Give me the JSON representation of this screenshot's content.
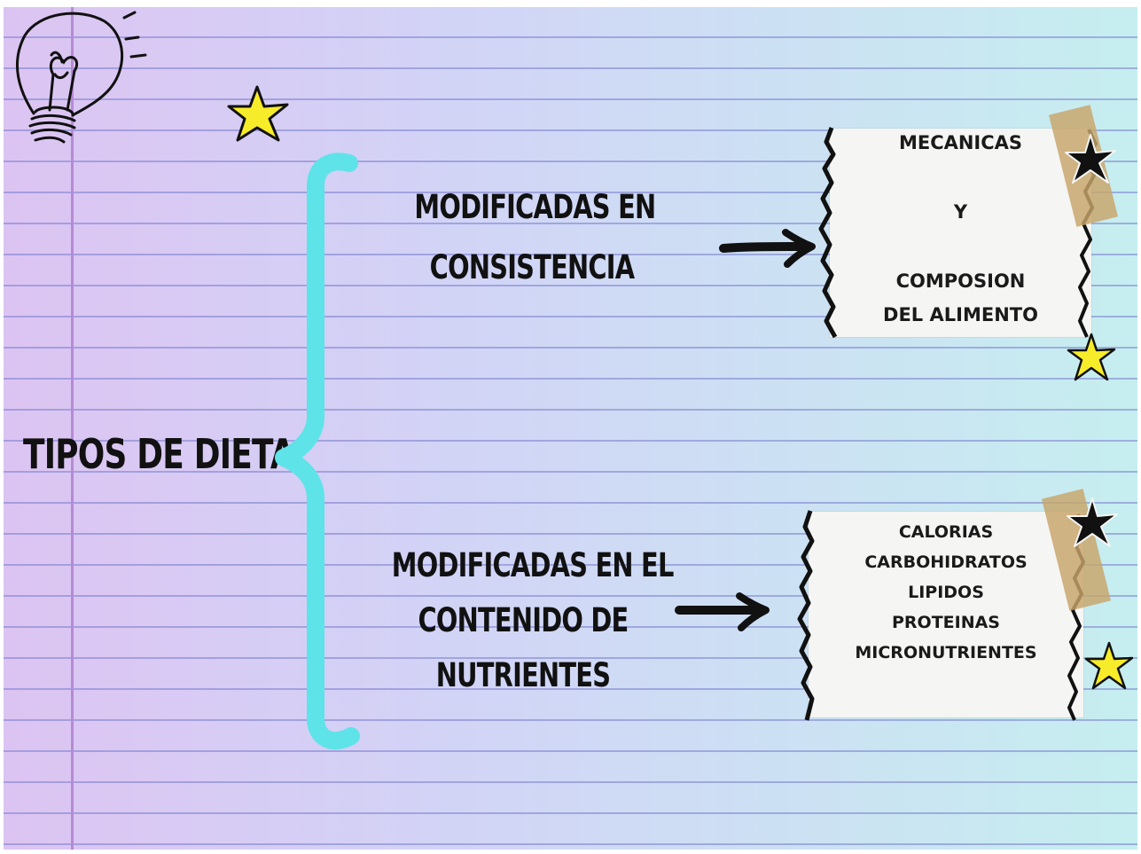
{
  "diagram": {
    "root": "TIPOS DE DIETA",
    "branches": [
      {
        "label_lines": [
          "MODIFICADAS EN",
          "CONSISTENCIA"
        ],
        "note_lines": [
          "MECANICAS",
          "Y",
          "COMPOSION",
          "DEL ALIMENTO"
        ]
      },
      {
        "label_lines": [
          "MODIFICADAS EN EL",
          "CONTENIDO DE",
          "NUTRIENTES"
        ],
        "note_lines": [
          "CALORIAS",
          "CARBOHIDRATOS",
          "LIPIDOS",
          "PROTEINAS",
          "MICRONUTRIENTES"
        ]
      }
    ]
  },
  "icons": [
    "lightbulb-icon",
    "yellow-star-icon",
    "black-star-icon",
    "arrow-right-icon"
  ],
  "colors": {
    "brace": "#5ee3e8",
    "star_yellow": "#f7ec2a",
    "margin_line": "#b68ad6",
    "ruled_line": "#787dcd",
    "text": "#111111"
  }
}
